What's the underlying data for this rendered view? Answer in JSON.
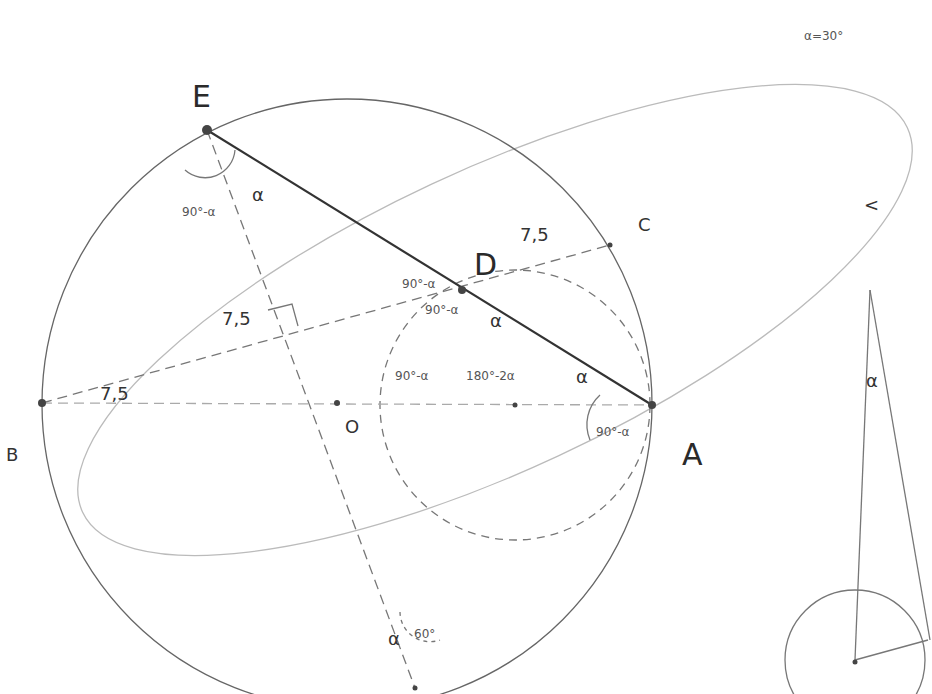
{
  "diagram": {
    "labels": [
      "E",
      "C",
      "D",
      "O",
      "A",
      "B",
      "7,5",
      "7,5",
      "7,5",
      "90°-α",
      "α",
      "90°-α",
      "90°-α",
      "α",
      "α",
      "90°-α",
      "90°-α",
      "180°-2α",
      "α",
      "60°",
      "α=30°",
      "<",
      "α"
    ]
  }
}
